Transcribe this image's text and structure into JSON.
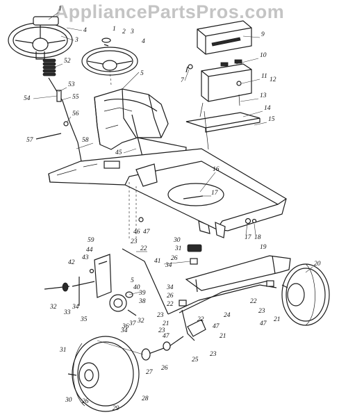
{
  "watermark": "AppliancePartsPros.com",
  "callouts": [
    {
      "id": "c1a",
      "text": "1"
    },
    {
      "id": "c4a",
      "text": "4"
    },
    {
      "id": "c3a",
      "text": "3"
    },
    {
      "id": "c1b",
      "text": "1"
    },
    {
      "id": "c2",
      "text": "2"
    },
    {
      "id": "c3b",
      "text": "3"
    },
    {
      "id": "c4b",
      "text": "4"
    },
    {
      "id": "c52",
      "text": "52"
    },
    {
      "id": "c5a",
      "text": "5"
    },
    {
      "id": "c53",
      "text": "53"
    },
    {
      "id": "c54",
      "text": "54"
    },
    {
      "id": "c55",
      "text": "55"
    },
    {
      "id": "c56",
      "text": "56"
    },
    {
      "id": "c57",
      "text": "57"
    },
    {
      "id": "c58",
      "text": "58"
    },
    {
      "id": "c45",
      "text": "45"
    },
    {
      "id": "c9",
      "text": "9"
    },
    {
      "id": "c10",
      "text": "10"
    },
    {
      "id": "c11",
      "text": "11"
    },
    {
      "id": "c12",
      "text": "12"
    },
    {
      "id": "c7",
      "text": "7"
    },
    {
      "id": "c13",
      "text": "13"
    },
    {
      "id": "c14",
      "text": "14"
    },
    {
      "id": "c15",
      "text": "15"
    },
    {
      "id": "c16",
      "text": "16"
    },
    {
      "id": "c17a",
      "text": "17"
    },
    {
      "id": "c17b",
      "text": "17"
    },
    {
      "id": "c18",
      "text": "18"
    },
    {
      "id": "c19",
      "text": "19"
    },
    {
      "id": "c46",
      "text": "46"
    },
    {
      "id": "c47a",
      "text": "47"
    },
    {
      "id": "c59",
      "text": "59"
    },
    {
      "id": "c44",
      "text": "44"
    },
    {
      "id": "c43",
      "text": "43"
    },
    {
      "id": "c42",
      "text": "42"
    },
    {
      "id": "c5b",
      "text": "5"
    },
    {
      "id": "c23a",
      "text": "23"
    },
    {
      "id": "c22a",
      "text": "22"
    },
    {
      "id": "c41",
      "text": "41"
    },
    {
      "id": "c30a",
      "text": "30"
    },
    {
      "id": "c31a",
      "text": "31"
    },
    {
      "id": "c26a",
      "text": "26"
    },
    {
      "id": "c34a",
      "text": "34"
    },
    {
      "id": "c20",
      "text": "20"
    },
    {
      "id": "c40",
      "text": "40"
    },
    {
      "id": "c39",
      "text": "39"
    },
    {
      "id": "c38",
      "text": "38"
    },
    {
      "id": "c32a",
      "text": "32"
    },
    {
      "id": "c33",
      "text": "33"
    },
    {
      "id": "c34b",
      "text": "34"
    },
    {
      "id": "c35",
      "text": "35"
    },
    {
      "id": "c36",
      "text": "36"
    },
    {
      "id": "c37",
      "text": "37"
    },
    {
      "id": "c32b",
      "text": "32"
    },
    {
      "id": "c34c",
      "text": "34"
    },
    {
      "id": "c26b",
      "text": "26"
    },
    {
      "id": "c22b",
      "text": "22"
    },
    {
      "id": "c23b",
      "text": "23"
    },
    {
      "id": "c24",
      "text": "24"
    },
    {
      "id": "c22c",
      "text": "22"
    },
    {
      "id": "c23c",
      "text": "23"
    },
    {
      "id": "c47b",
      "text": "47"
    },
    {
      "id": "c21a",
      "text": "21"
    },
    {
      "id": "c34d",
      "text": "34"
    },
    {
      "id": "c23d",
      "text": "23"
    },
    {
      "id": "c21b",
      "text": "21"
    },
    {
      "id": "c22d",
      "text": "22"
    },
    {
      "id": "c47c",
      "text": "47"
    },
    {
      "id": "c21c",
      "text": "21"
    },
    {
      "id": "c47d",
      "text": "47"
    },
    {
      "id": "c27",
      "text": "27"
    },
    {
      "id": "c26c",
      "text": "26"
    },
    {
      "id": "c25",
      "text": "25"
    },
    {
      "id": "c23e",
      "text": "23"
    },
    {
      "id": "c31b",
      "text": "31"
    },
    {
      "id": "c30b",
      "text": "30"
    },
    {
      "id": "c26d",
      "text": "26"
    },
    {
      "id": "c29",
      "text": "29"
    },
    {
      "id": "c28",
      "text": "28"
    }
  ]
}
